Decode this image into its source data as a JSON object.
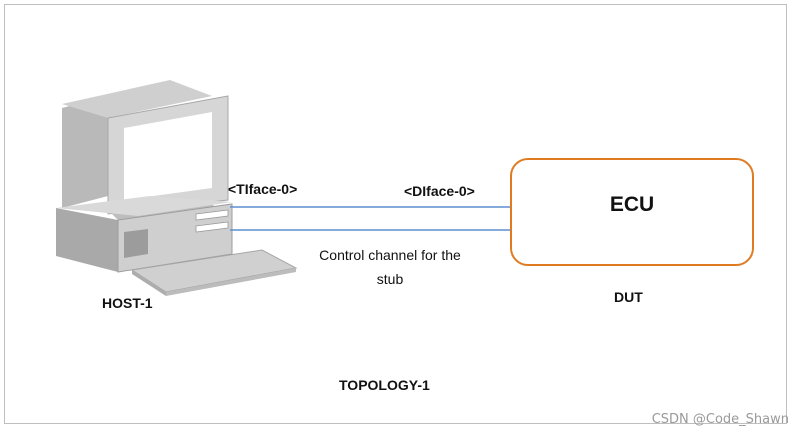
{
  "host": {
    "label": "HOST-1",
    "icon": "desktop-computer-icon"
  },
  "host_interface": "<TIface-0>",
  "dut_interface": "<DIface-0>",
  "link_caption": {
    "line1": "Control channel for the",
    "line2": "stub"
  },
  "ecu": {
    "label": "ECU"
  },
  "dut_label": "DUT",
  "topology_title": "TOPOLOGY-1",
  "watermark": "CSDN @Code_Shawn",
  "colors": {
    "ecu_border": "#e07b22",
    "link": "#5b8fd0"
  }
}
